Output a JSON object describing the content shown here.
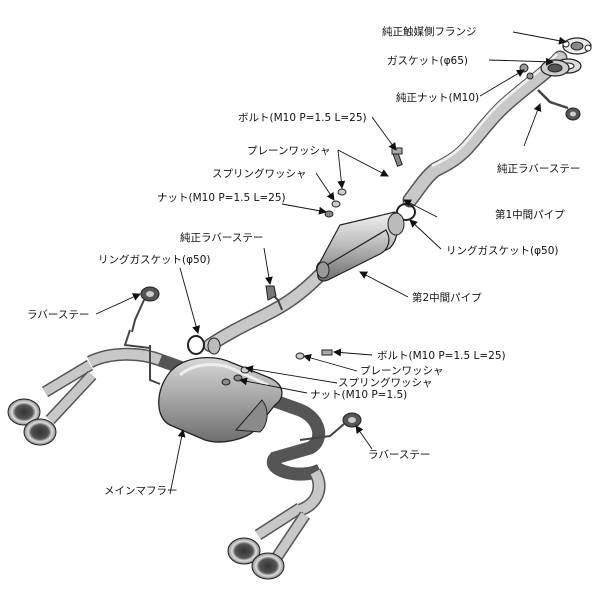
{
  "labels": {
    "flange": "純正触媒側フランジ",
    "gasket65": "ガスケット(φ65)",
    "oem_nut": "純正ナット(M10)",
    "oem_rubber_stay_top": "純正ラバーステー",
    "bolt_top": "ボルト(M10 P=1.5 L=25)",
    "plain_washer_top": "プレーンワッシャ",
    "spring_washer_top": "スプリングワッシャ",
    "nut_top": "ナット(M10 P=1.5 L=25)",
    "mid_pipe_1": "第1中間パイプ",
    "ring_gasket_50_right": "リングガスケット(φ50)",
    "oem_rubber_stay_mid": "純正ラバーステー",
    "ring_gasket_50_left": "リングガスケット(φ50)",
    "mid_pipe_2": "第2中間パイプ",
    "rubber_stay_left": "ラバーステー",
    "bolt_bottom": "ボルト(M10 P=1.5 L=25)",
    "plain_washer_bottom": "プレーンワッシャ",
    "spring_washer_bottom": "スプリングワッシャ",
    "nut_bottom": "ナット(M10 P=1.5)",
    "rubber_stay_right": "ラバーステー",
    "main_muffler": "メインマフラー"
  }
}
